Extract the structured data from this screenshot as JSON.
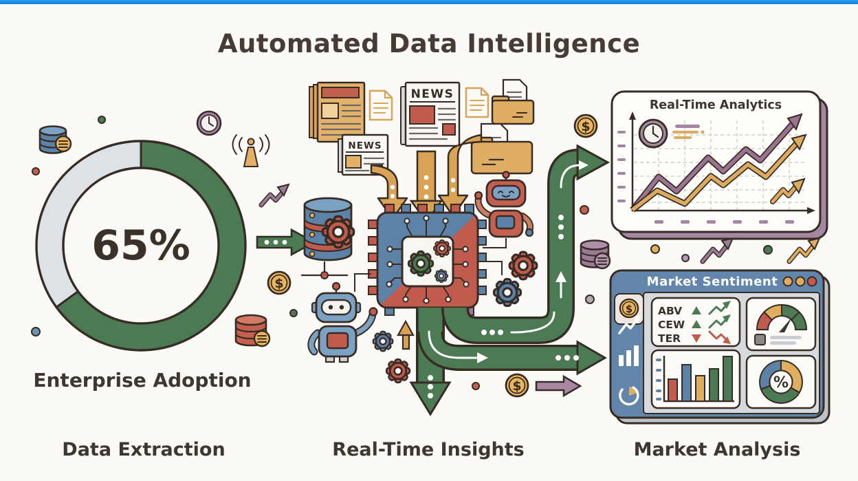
{
  "title": "Automated Data Intelligence",
  "symbols": {
    "dollar": "$"
  },
  "sections": {
    "data_extraction": {
      "label": "Data Extraction",
      "donut": {
        "percent": 65,
        "value_label": "65%",
        "caption": "Enterprise Adoption"
      }
    },
    "realtime_insights": {
      "label": "Real-Time Insights",
      "news_badge_large": "NEWS",
      "news_badge_small": "NEWS"
    },
    "market_analysis": {
      "label": "Market Analysis",
      "analytics_panel": {
        "title": "Real-Time Analytics"
      },
      "sentiment_panel": {
        "title": "Market Sentiment",
        "tickers": [
          {
            "symbol": "ABV",
            "trend": "up"
          },
          {
            "symbol": "CEW",
            "trend": "up"
          },
          {
            "symbol": "TER",
            "trend": "down"
          }
        ],
        "donut_center_label": "%"
      }
    }
  },
  "colors": {
    "accent_top_bar": "#1f97f2",
    "green": "#4c7b53",
    "gold": "#dfae5e",
    "terracotta": "#c05b4d",
    "blue": "#5d82a8",
    "mauve": "#9b7a98",
    "outline": "#362c24",
    "panel_shadow_mauve": "#a487a0",
    "card_gray": "#d7dadd",
    "donut_track": "#dde2e6",
    "background": "#fcfaf6",
    "text": "#3f362f"
  },
  "icons": [
    "database-icon",
    "clock-icon",
    "antenna-icon",
    "trend-arrow-icon",
    "dollar-coin-icon",
    "newspaper-icon",
    "news-newspaper-icon",
    "document-icon",
    "folder-icon",
    "robot-icon",
    "cpu-chip-icon",
    "gear-icon",
    "flow-arrow-icon",
    "gauge-icon",
    "bar-chart-icon",
    "donut-chart-icon",
    "line-chart-icon",
    "refresh-icon",
    "window-dots-icon"
  ],
  "chart_data": [
    {
      "type": "pie",
      "title": "Enterprise Adoption",
      "center_label": "65%",
      "slices": [
        {
          "label": "adopted",
          "percent": 65,
          "color": "#4c7b53"
        },
        {
          "label": "remaining",
          "percent": 35,
          "color": "#dde2e6"
        }
      ],
      "start": "top",
      "direction": "clockwise"
    },
    {
      "type": "line",
      "title": "Real-Time Analytics",
      "grid": "dashed",
      "series": [
        {
          "name": "mauve-trend",
          "color": "#9b7391",
          "y_relative": [
            0,
            0.37,
            0.21,
            0.59,
            0.43,
            0.68,
            0.56,
            0.96
          ]
        },
        {
          "name": "gold-trend",
          "color": "#dcab60",
          "y_relative": [
            0,
            0.22,
            0.07,
            0.38,
            0.28,
            0.51,
            0.37,
            0.78
          ]
        }
      ],
      "note": "two rising zigzag trend lines ending in arrowheads; no numeric axis labels shown"
    },
    {
      "type": "table",
      "title": "Market Sentiment tickers",
      "rows": [
        [
          "ABV",
          "up"
        ],
        [
          "CEW",
          "up"
        ],
        [
          "TER",
          "down"
        ]
      ]
    },
    {
      "type": "bar",
      "title": "Market Sentiment bar card",
      "values": [
        32,
        53,
        37,
        47,
        65
      ],
      "colors": [
        "#c05b4d",
        "#5d82a8",
        "#dfae5e",
        "#4c7b53",
        "#4c7b53"
      ],
      "note": "relative heights read from pixels; no axis labels shown"
    },
    {
      "type": "pie",
      "title": "Market Sentiment donut card",
      "center_label": "%",
      "slices": [
        {
          "label": "gold",
          "degrees": 120,
          "color": "#dfae5e"
        },
        {
          "label": "green",
          "degrees": 130,
          "color": "#4c7b53"
        },
        {
          "label": "blue",
          "degrees": 110,
          "color": "#5d82a8"
        }
      ]
    },
    {
      "type": "heatmap",
      "title": "Market Sentiment gauge card",
      "segments": [
        "#c05b4d",
        "#dfae5e",
        "#4c7b53",
        "#4c7b53"
      ],
      "needle_position": "upper-right"
    }
  ]
}
